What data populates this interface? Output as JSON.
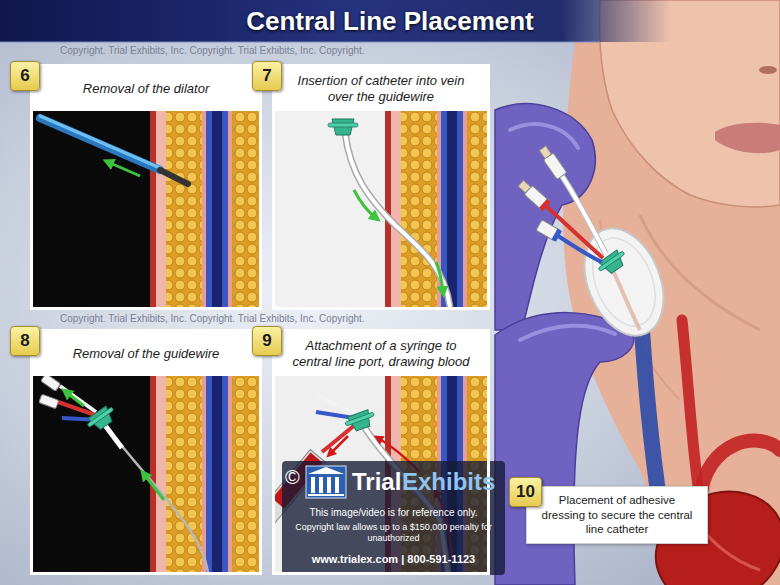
{
  "diagram": {
    "title": "Central Line Placement",
    "nodes": [
      {
        "text": [
          "6"
        ]
      },
      {
        "text": [
          "Removal of the dilator"
        ]
      },
      {
        "text": [
          "7"
        ]
      },
      {
        "text": [
          "Insertion of catheter into vein over the guidewire"
        ]
      },
      {
        "text": [
          "8"
        ]
      },
      {
        "text": [
          "Removal of the guidewire"
        ]
      },
      {
        "text": [
          "9"
        ]
      },
      {
        "text": [
          "Attachment of a syringe to central line port, drawing blood"
        ]
      },
      {
        "text": [
          "10"
        ]
      },
      {
        "text": [
          "Placement of adhesive dressing to secure the central line catheter"
        ]
      }
    ],
    "labels": [
      "Copyright. Trial Exhibits, Inc. Copyright. Trial Exhibits, Inc. Copyright.",
      "Copyright. Trial Exhibits, Inc. Copyright. Trial Exhibits, Inc. Copyright.",
      "©",
      "Trial",
      "Exhibits",
      "This image/video is for reference only.",
      "Copyright law allows up to a $150,000 penalty for unauthorized",
      "www.trialex.com | 800-591-1123"
    ]
  }
}
